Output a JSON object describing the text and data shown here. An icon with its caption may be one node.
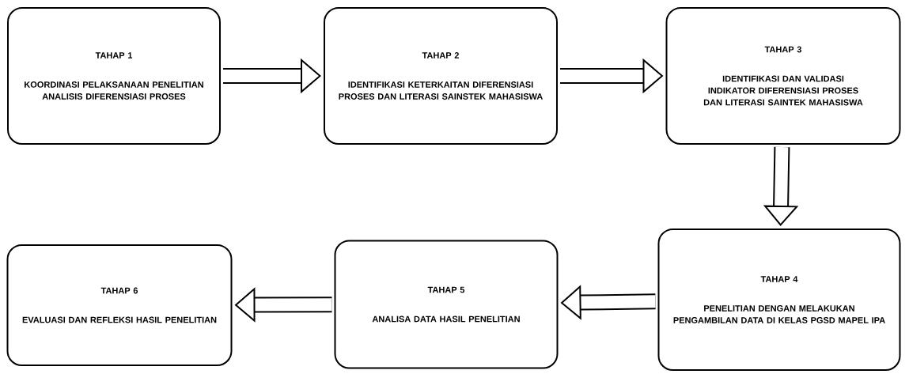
{
  "diagram": {
    "nodes": [
      {
        "text": [
          "TAHAP 1",
          "KOORDINASI PELAKSANAAN PENELITIAN ANALISIS DIFERENSIASI PROSES"
        ]
      },
      {
        "text": [
          "TAHAP 2",
          "IDENTIFIKASI KETERKAITAN DIFERENSIASI PROSES DAN LITERASI SAINSTEK MAHASISWA"
        ]
      },
      {
        "text": [
          "TAHAP 3",
          "IDENTIFIKASI DAN VALIDASI INDIKATOR DIFERENSIASI PROSES DAN LITERASI SAINTEK MAHASISWA"
        ]
      },
      {
        "text": [
          "TAHAP 4",
          "PENELITIAN DENGAN MELAKUKAN PENGAMBILAN DATA DI KELAS PGSD MAPEL IPA"
        ]
      },
      {
        "text": [
          "TAHAP 5",
          "ANALISA DATA HASIL PENELITIAN"
        ]
      },
      {
        "text": [
          "TAHAP 6",
          "EVALUASI  DAN REFLEKSI HASIL PENELITIAN"
        ]
      }
    ],
    "edges": [
      {
        "from": 0,
        "to": 1,
        "arrow": "to"
      },
      {
        "from": 1,
        "to": 2,
        "arrow": "to"
      },
      {
        "from": 2,
        "to": 3,
        "arrow": "to"
      },
      {
        "from": 3,
        "to": 4,
        "arrow": "to"
      },
      {
        "from": 4,
        "to": 5,
        "arrow": "to"
      }
    ]
  }
}
